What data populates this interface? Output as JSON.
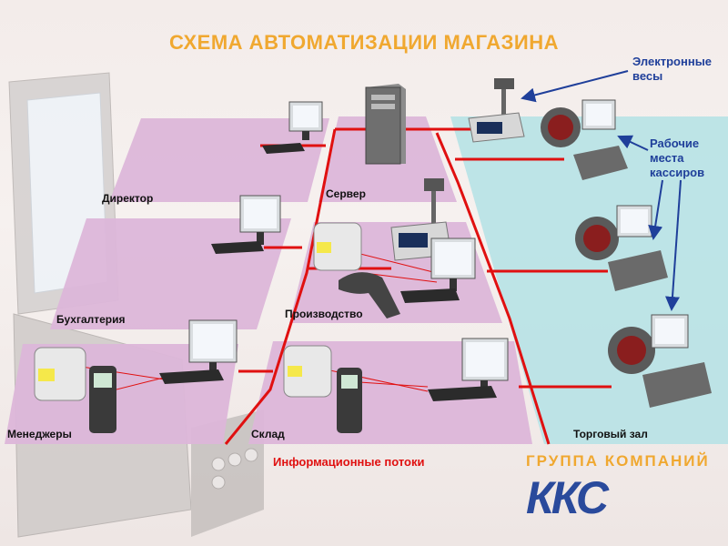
{
  "title": "СХЕМА АВТОМАТИЗАЦИИ МАГАЗИНА",
  "zones": {
    "director": "Директор",
    "accounting": "Бухгалтерия",
    "managers": "Менеджеры",
    "server": "Сервер",
    "production": "Производство",
    "warehouse": "Склад",
    "sales_floor": "Торговый зал"
  },
  "annotations": {
    "scales_line1": "Электронные",
    "scales_line2": "весы",
    "cashier_line1": "Рабочие",
    "cashier_line2": "места",
    "cashier_line3": "кассиров"
  },
  "flows_label": "Информационные потоки",
  "group_label": "ГРУППА КОМПАНИЙ",
  "logo_text": "ККС",
  "colors": {
    "title": "#f0a830",
    "flow_line": "#e01010",
    "zone_pink": "#dcb6d9",
    "zone_blue": "#b9e3e6",
    "annotation": "#1f3f9a",
    "logo": "#2a4a9c"
  }
}
